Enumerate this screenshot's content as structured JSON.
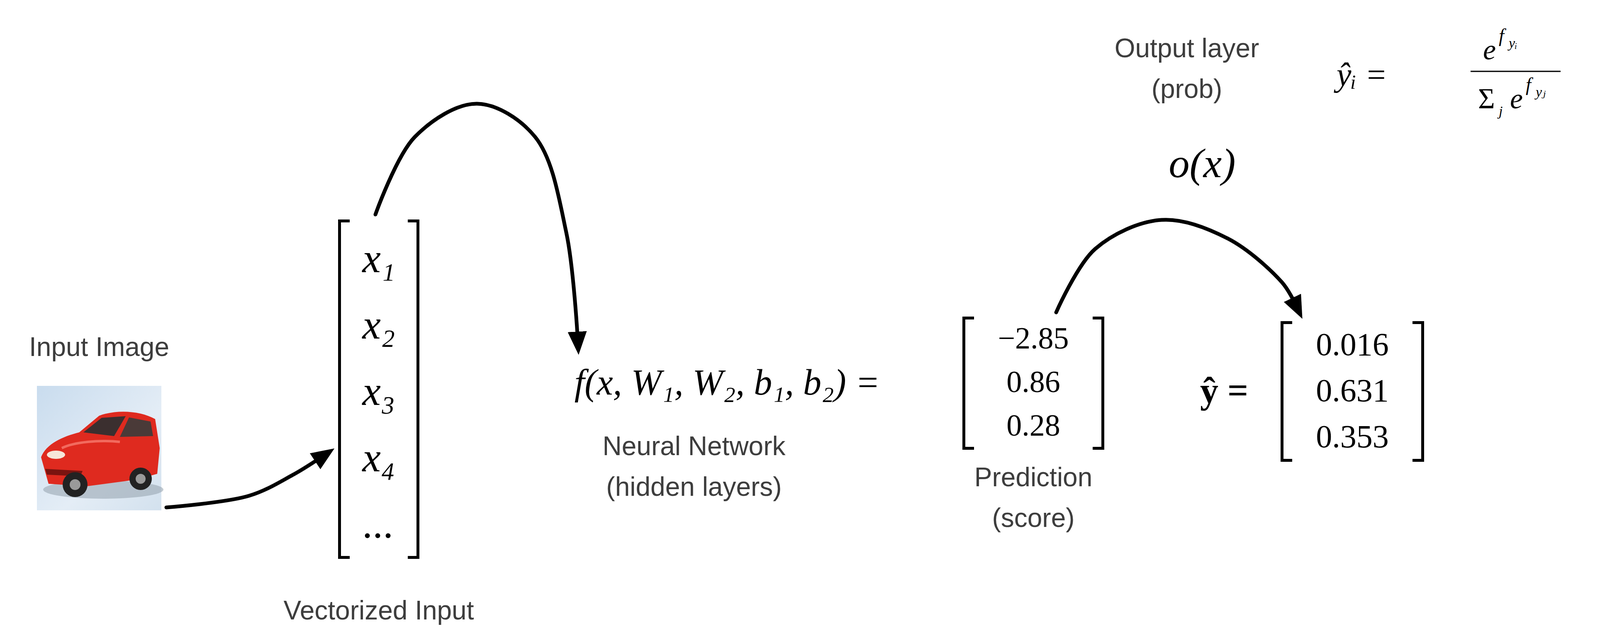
{
  "diagram": {
    "nodes": [
      {
        "text": [
          "Input Image"
        ]
      },
      {
        "text": [
          "x₁",
          "x₂",
          "x₃",
          "x₄",
          "...",
          "Vectorized Input"
        ]
      },
      {
        "text": [
          "f(x, W₁, W₂, b₁, b₂) =",
          "Neural Network (hidden layers)"
        ]
      },
      {
        "text": [
          "−2.85",
          "0.86",
          "0.28",
          "Prediction (score)"
        ]
      },
      {
        "text": [
          "0.016",
          "0.631",
          "0.353"
        ]
      }
    ],
    "edges": [
      {
        "from": 0,
        "to": 1,
        "arrow": "to"
      },
      {
        "from": 1,
        "to": 2,
        "arrow": "to"
      },
      {
        "from": 3,
        "to": 4,
        "arrow": "to"
      }
    ],
    "labels": [
      "ŷ =",
      "Output layer (prob)",
      "o(x)",
      "ŷᵢ =",
      "e",
      "f",
      "yᵢ",
      "Σ",
      "j",
      "e",
      "f",
      "yⱼ"
    ]
  }
}
